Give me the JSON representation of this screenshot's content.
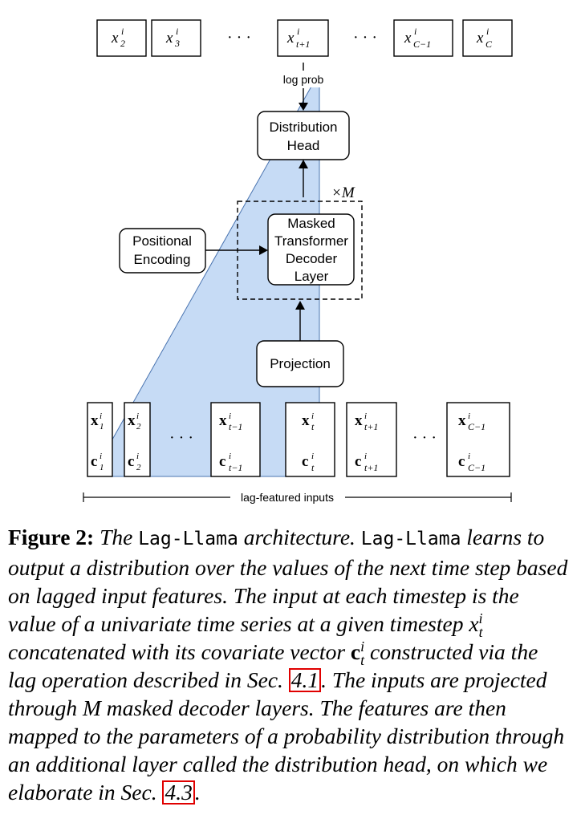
{
  "outputs": {
    "tokens": [
      "x_2^i",
      "x_3^i",
      "x_{t+1}^i",
      "x_{C-1}^i",
      "x_C^i"
    ],
    "ellipsis": "· · ·",
    "log_prob_label": "log prob"
  },
  "blocks": {
    "distribution_head": [
      "Distribution",
      "Head"
    ],
    "decoder": [
      "Masked",
      "Transformer",
      "Decoder",
      "Layer"
    ],
    "repeat_label": "×M",
    "positional_encoding": [
      "Positional",
      "Encoding"
    ],
    "projection": "Projection"
  },
  "inputs": {
    "columns": [
      {
        "x": "x_1^i",
        "c": "c_1^i"
      },
      {
        "x": "x_2^i",
        "c": "c_2^i"
      },
      {
        "x": "x_{t-1}^i",
        "c": "c_{t-1}^i"
      },
      {
        "x": "x_t^i",
        "c": "c_t^i"
      },
      {
        "x": "x_{t+1}^i",
        "c": "c_{t+1}^i"
      },
      {
        "x": "x_{C-1}^i",
        "c": "c_{C-1}^i"
      }
    ],
    "ellipsis": "· · ·",
    "span_label": "lag-featured inputs"
  },
  "caption": {
    "lead": "Figure 2:",
    "model_name": "Lag-Llama",
    "t_arch": "architecture.",
    "t1": "learns to output a distribution over the values of the next time step based on lagged input features. The input at each timestep is the value of a univariate time series at a given timestep",
    "t2": "concatenated with its covariate vector",
    "t3": "constructed via the lag operation described in Sec.",
    "ref1": "4.1",
    "t4": ". The inputs are projected through",
    "sym_M": "M",
    "t5": "masked decoder layers. The features are then mapped to the parameters of a probability distribution through an additional layer called the distribution head, on which we elaborate in Sec.",
    "ref2": "4.3",
    "t6": ".",
    "the": "The",
    "sym_x": "x",
    "sym_c": "c",
    "sup_i": "i",
    "sub_t": "t"
  },
  "colors": {
    "context_fill": "#c6dbf5",
    "context_stroke": "#4a74b0",
    "ref_border": "#e00000"
  }
}
